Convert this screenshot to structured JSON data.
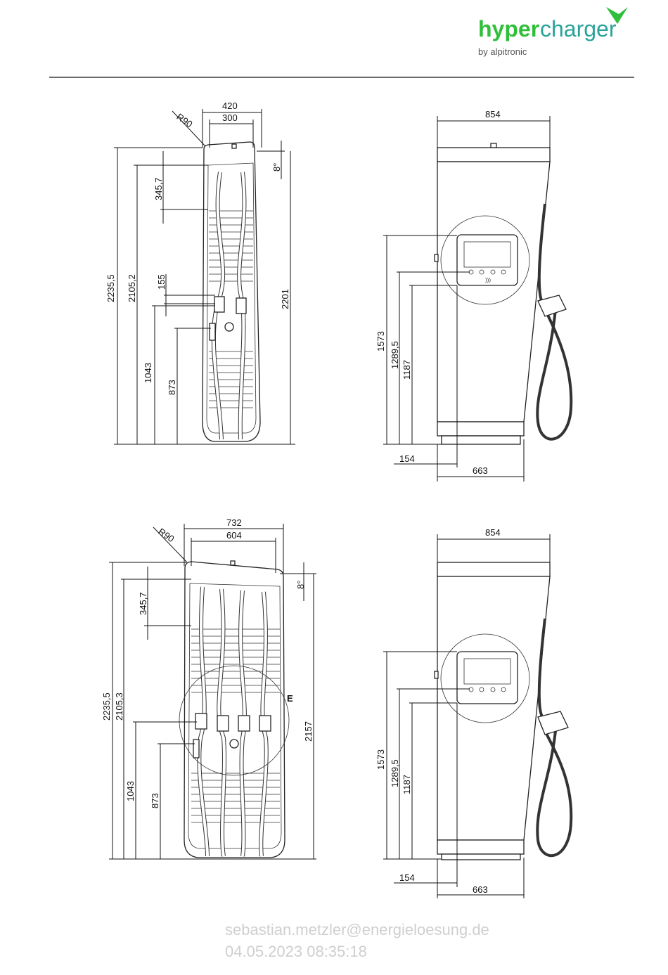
{
  "brand": {
    "name_part1": "hyper",
    "name_part2": "charger",
    "tagline": "by alpitronic",
    "color_primary": "#2fbf3a",
    "color_secondary": "#2aa39a"
  },
  "views": {
    "top_front": {
      "r": "R90",
      "w_outer": "420",
      "w_inner": "300",
      "angle": "8°",
      "h1": "2235,5",
      "h2": "2105,2",
      "h3": "345,7",
      "h4": "155",
      "h5": "1043",
      "h6": "873",
      "h_right": "2201"
    },
    "top_side": {
      "w_top": "854",
      "h1": "1573",
      "h2": "1289,5",
      "h3": "1187",
      "d1": "154",
      "d2": "663"
    },
    "bottom_front": {
      "r": "R90",
      "w_outer": "732",
      "w_inner": "604",
      "angle": "8°",
      "h1": "2235,5",
      "h2": "2105,3",
      "h3": "345,7",
      "h5": "1043",
      "h6": "873",
      "h_right": "2157",
      "detail_label": "E"
    },
    "bottom_side": {
      "w_top": "854",
      "h1": "1573",
      "h2": "1289,5",
      "h3": "1187",
      "d1": "154",
      "d2": "663"
    }
  },
  "watermark": {
    "email": "sebastian.metzler@energieloesung.de",
    "datetime": "04.05.2023 08:35:18"
  }
}
